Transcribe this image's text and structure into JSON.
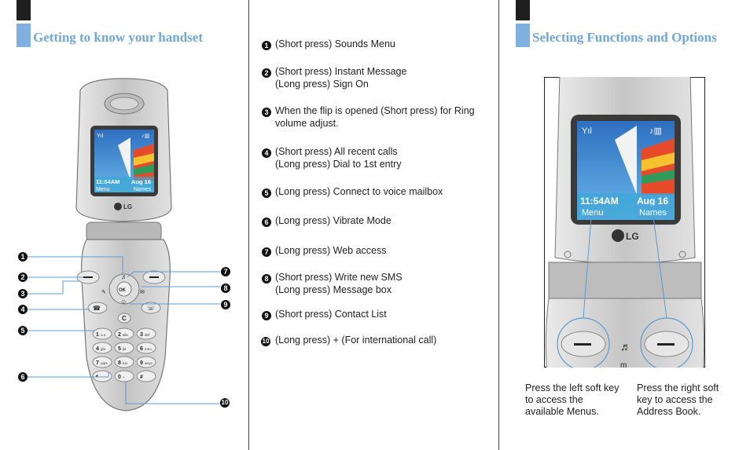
{
  "left_page": {
    "heading": "Getting to know your handset",
    "phone_screen": {
      "time": "11:54AM",
      "date": "Aug 16",
      "left_soft": "Menu",
      "right_soft": "Names",
      "brand": "LG"
    },
    "keypad": {
      "clear": "C",
      "keys": [
        {
          "num": "1",
          "letters": "o.o"
        },
        {
          "num": "2",
          "letters": "abc"
        },
        {
          "num": "3",
          "letters": "def"
        },
        {
          "num": "4",
          "letters": "ghi"
        },
        {
          "num": "5",
          "letters": "jkl"
        },
        {
          "num": "6",
          "letters": "mno"
        },
        {
          "num": "7",
          "letters": "pqrs"
        },
        {
          "num": "8",
          "letters": "tuv"
        },
        {
          "num": "9",
          "letters": "wxyz"
        },
        {
          "num": "*",
          "letters": ""
        },
        {
          "num": "0",
          "letters": "+"
        },
        {
          "num": "#",
          "letters": ""
        }
      ],
      "ok_label": "OK"
    },
    "callouts": [
      "1",
      "2",
      "3",
      "4",
      "5",
      "6",
      "7",
      "8",
      "9",
      "10"
    ]
  },
  "middle_page": {
    "items": [
      {
        "n": "1",
        "lines": [
          "(Short press) Sounds Menu"
        ]
      },
      {
        "n": "2",
        "lines": [
          "(Short press) Instant Message",
          "(Long press) Sign On"
        ]
      },
      {
        "n": "3",
        "lines": [
          "When the flip is opened (Short press) for Ring",
          "volume adjust."
        ]
      },
      {
        "n": "4",
        "lines": [
          "(Short press) All recent calls",
          "(Long press) Dial to 1st entry"
        ]
      },
      {
        "n": "5",
        "lines": [
          "(Long press) Connect to voice mailbox"
        ]
      },
      {
        "n": "6",
        "lines": [
          "(Long press) Vibrate Mode"
        ]
      },
      {
        "n": "7",
        "lines": [
          "(Long press) Web access"
        ]
      },
      {
        "n": "8",
        "lines": [
          "(Short press) Write new SMS",
          "(Long press) Message box"
        ]
      },
      {
        "n": "9",
        "lines": [
          "(Short press) Contact List"
        ]
      },
      {
        "n": "10",
        "lines": [
          "(Long press) + (For international call)"
        ]
      }
    ]
  },
  "right_page": {
    "heading": "Selecting Functions and Options",
    "phone_screen": {
      "time": "11:54AM",
      "date": "Aug 16",
      "left_soft": "Menu",
      "right_soft": "Names",
      "brand": "LG"
    },
    "caption_left": [
      "Press the left soft key",
      "to access the",
      "available Menus."
    ],
    "caption_right": [
      "Press the right soft",
      "key to access the",
      "Address Book."
    ]
  },
  "colors": {
    "heading": "#6fa6dc",
    "tab_blue": "#7fb0e0",
    "tab_dark": "#1f1f1f",
    "phone_silver": "#c9c9c9",
    "highlight_circle": "#5b9bd5"
  }
}
